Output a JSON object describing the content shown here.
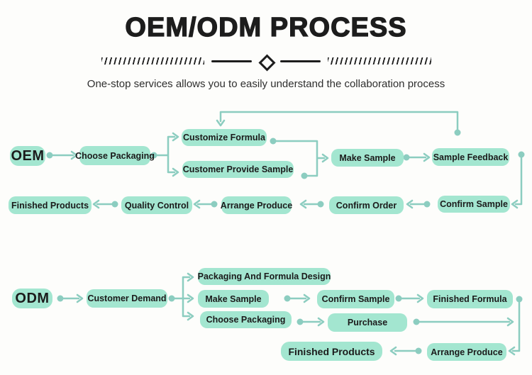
{
  "header": {
    "title": "OEM/ODM PROCESS",
    "subtitle": "One-stop services allows you to easily understand the collaboration process"
  },
  "colors": {
    "node_fill": "#a3e6d0",
    "connector": "#8ccdc0",
    "title_text": "#1d1d1d"
  },
  "oem": {
    "label": "OEM",
    "nodes": {
      "choose_packaging": "Choose Packaging",
      "customize_formula": "Customize Formula",
      "customer_provide_sample": "Customer Provide Sample",
      "make_sample": "Make Sample",
      "sample_feedback": "Sample Feedback",
      "confirm_sample": "Confirm Sample",
      "confirm_order": "Confirm Order",
      "arrange_produce": "Arrange Produce",
      "quality_control": "Quality Control",
      "finished_products": "Finished Products"
    }
  },
  "odm": {
    "label": "ODM",
    "nodes": {
      "customer_demand": "Customer Demand",
      "packaging_and_formula_design": "Packaging And Formula Design",
      "make_sample": "Make Sample",
      "choose_packaging": "Choose Packaging",
      "confirm_sample": "Confirm Sample",
      "finished_formula": "Finished Formula",
      "purchase": "Purchase",
      "finished_products": "Finished Products",
      "arrange_produce": "Arrange Produce"
    }
  }
}
